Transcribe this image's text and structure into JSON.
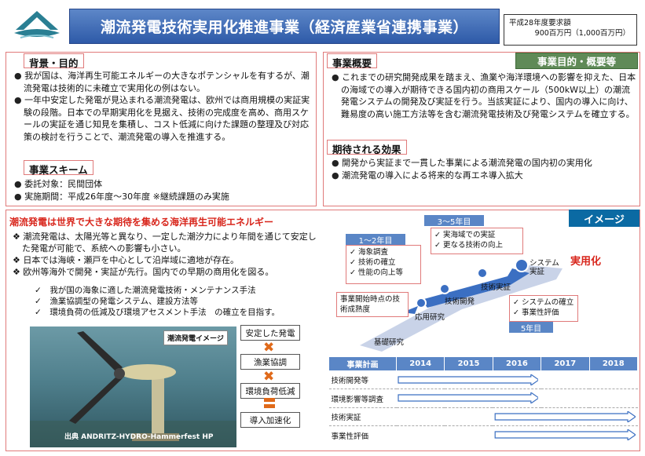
{
  "header": {
    "title": "潮流発電技術実用化推進事業（経済産業省連携事業）",
    "budget_line1": "平成28年度要求額",
    "budget_line2": "900百万円（1,000百万円）"
  },
  "left_top": {
    "background_title": "背景・目的",
    "background_items": [
      "我が国は、海洋再生可能エネルギーの大きなポテンシャルを有するが、潮流発電は技術的に未確立で実用化の例はない。",
      "一年中安定した発電が見込まれる潮流発電は、欧州では商用規模の実証実験の段階。日本での早期実用化を見据え、技術の完成度を高め、商用スケールの実証を通じ知見を集積し、コスト低減に向けた課題の整理及び対応策の検討を行うことで、潮流発電の導入を推進する。"
    ],
    "scheme_title": "事業スキーム",
    "scheme_items": [
      "委託対象：民間団体",
      "実施期間：平成26年度～30年度 ※継続課題のみ実施"
    ]
  },
  "right_top": {
    "purpose_badge": "事業目的・概要等",
    "overview_title": "事業概要",
    "overview_items": [
      "これまでの研究開発成果を踏まえ、漁業や海洋環境への影響を抑えた、日本の海域での導入が期待できる国内初の商用スケール（500kW以上）の潮流発電システムの開発及び実証を行う。当該実証により、国内の導入に向け、難易度の高い施工方法等を含む潮流発電技術及び発電システムを確立する。"
    ],
    "effects_title": "期待される効果",
    "effects_items": [
      "開発から実証まで一貫した事業による潮流発電の国内初の実用化",
      "潮流発電の導入による将来的な再エネ導入拡大"
    ]
  },
  "bottom": {
    "red_heading": "潮流発電は世界で大きな期待を集める海洋再生可能エネルギー",
    "image_badge": "イメージ",
    "diamond_items": [
      "潮流発電は、太陽光等と異なり、一定した潮汐力により年間を通じて安定した発電が可能で、系統への影響も小さい。",
      "日本では海峡・瀬戸を中心として沿岸域に適地が存在。",
      "欧州等海外で開発・実証が先行。国内での早期の商用化を図る。"
    ],
    "check_items": [
      "我が国の海象に適した潮流発電技術・メンテナンス手法",
      "漁業協調型の発電システム、建設方法等",
      "環境負荷の低減及び環境アセスメント手法　の確立を目指す。"
    ],
    "photo_label": "潮流発電イメージ",
    "photo_credit": "出典 ANDRITZ-HYDRO-Hammerfest HP",
    "flow": [
      "安定した発電",
      "漁業協調",
      "環境負荷低減",
      "導入加速化"
    ]
  },
  "diagram": {
    "phase1_head": "1～2年目",
    "phase1_items": [
      "海象調査",
      "技術の確立",
      "性能の向上等"
    ],
    "phase2_head": "3～5年目",
    "phase2_items": [
      "実海域での実証",
      "更なる技術の向上"
    ],
    "phase3_head": "5年目",
    "phase3_items": [
      "システムの確立",
      "事業性評価"
    ],
    "start_box": "事業開始時点の技術成熟度",
    "steps": [
      "基礎研究",
      "応用研究",
      "技術開発",
      "技術実証",
      "システム実証"
    ],
    "goal": "実用化"
  },
  "gantt": {
    "header": "事業計画",
    "years": [
      "2014",
      "2015",
      "2016",
      "2017",
      "2018"
    ],
    "rows": [
      {
        "label": "技術開発等",
        "start": 2014,
        "end": 2016
      },
      {
        "label": "環境影響等調査",
        "start": 2014,
        "end": 2016
      },
      {
        "label": "技術実証",
        "start": 2016,
        "end": 2018
      },
      {
        "label": "事業性評価",
        "start": 2016,
        "end": 2018
      }
    ]
  },
  "colors": {
    "title_bg": "#2e5aa8",
    "badge_green": "#5f8a57",
    "accent_red": "#d8261c",
    "arrow_blue": "#3b6fc2"
  }
}
